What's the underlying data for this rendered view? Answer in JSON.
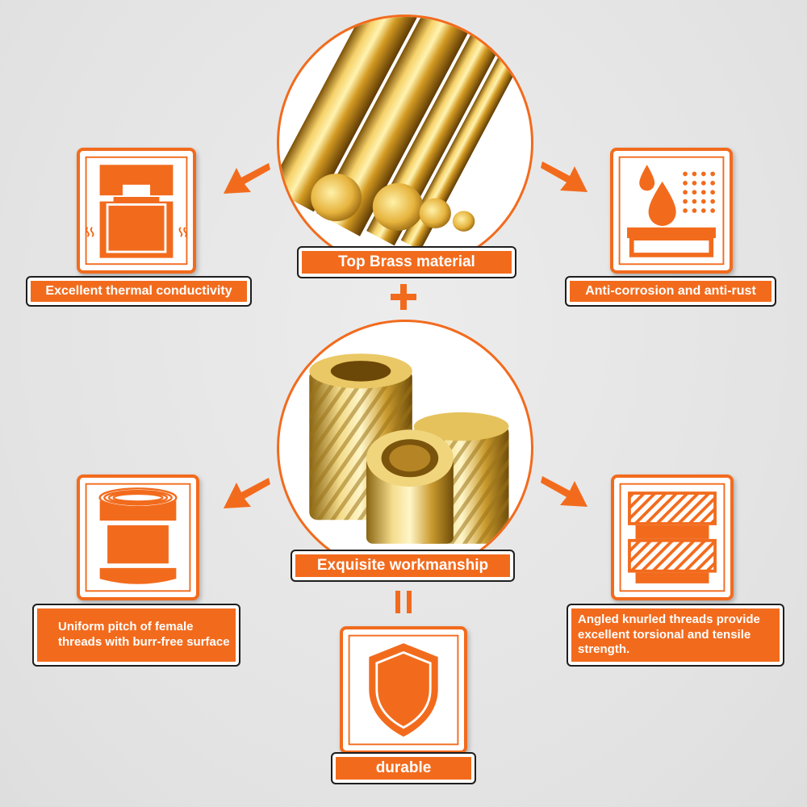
{
  "colors": {
    "accent": "#f26b1d",
    "outline": "#1e1e1e",
    "background": "#e8e8e8",
    "brass": "#d9a630"
  },
  "top_section": {
    "material_label": "Top Brass material",
    "left_feature": {
      "label": "Excellent thermal conductivity",
      "icon": "thermal-conductivity-icon"
    },
    "right_feature": {
      "label": "Anti-corrosion and anti-rust",
      "icon": "water-drop-icon"
    },
    "photo": "brass-rods-image"
  },
  "plus_symbol": "+",
  "middle_section": {
    "workmanship_label": "Exquisite workmanship",
    "left_feature": {
      "label": "Uniform pitch of female threads with burr-free surface",
      "icon": "threaded-insert-icon"
    },
    "right_feature": {
      "label": "Angled knurled threads provide excellent torsional and tensile strength.",
      "icon": "knurled-threads-icon"
    },
    "photo": "brass-inserts-image"
  },
  "equals_symbol": "=",
  "bottom_section": {
    "result_label": "durable",
    "icon": "shield-icon"
  }
}
